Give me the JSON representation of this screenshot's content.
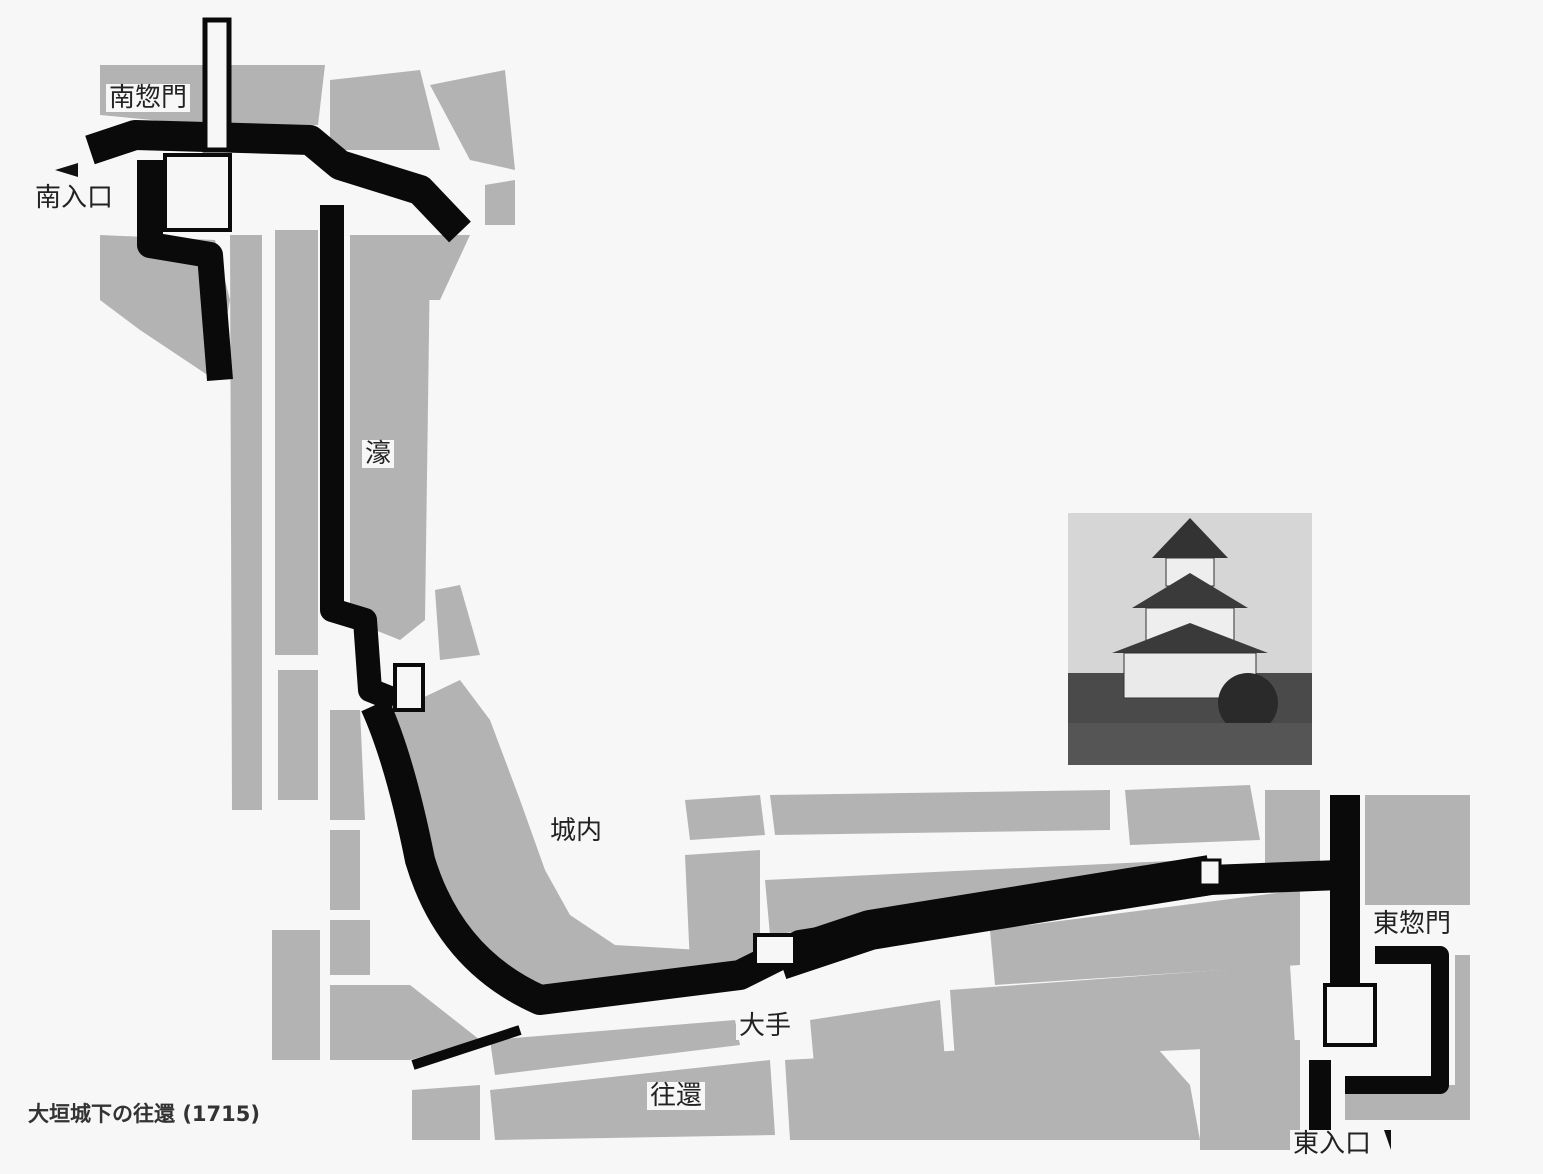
{
  "title": "大垣城下の往還",
  "year": "(1715)",
  "labels": {
    "south_gate": "南惣門",
    "south_entrance": "南入口",
    "moat": "濠",
    "castle_interior": "城内",
    "main_gate": "大手",
    "highway": "往還",
    "east_gate": "東惣門",
    "east_entrance": "東入口"
  },
  "colors": {
    "block": "#b3b3b3",
    "moat": "#0a0a0a",
    "road": "#f7f7f7"
  }
}
